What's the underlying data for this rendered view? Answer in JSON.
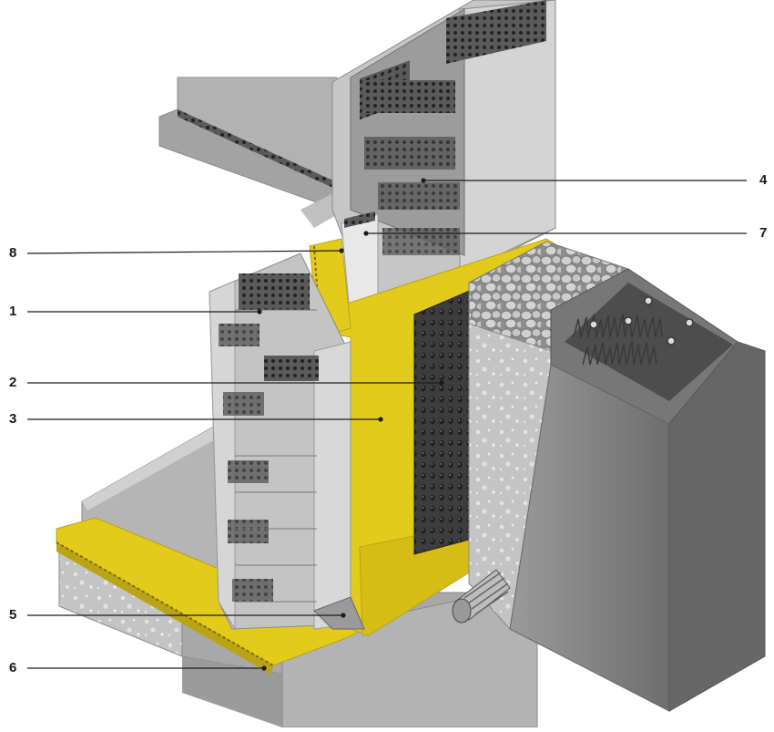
{
  "callouts": [
    {
      "id": "label-1",
      "text": "1"
    },
    {
      "id": "label-2",
      "text": "2"
    },
    {
      "id": "label-3",
      "text": "3"
    },
    {
      "id": "label-4",
      "text": "4"
    },
    {
      "id": "label-5",
      "text": "5"
    },
    {
      "id": "label-6",
      "text": "6"
    },
    {
      "id": "label-7",
      "text": "7"
    },
    {
      "id": "label-8",
      "text": "8"
    }
  ],
  "colors": {
    "waterproofing_membrane": "#e3cb1c",
    "membrane_shadow": "#b9a317",
    "block_light": "#c8c8c8",
    "block_mid": "#a9a9a9",
    "block_dark": "#6f6f6f",
    "drainage_board": "#3d3d3d",
    "gravel": "#bdbdbd",
    "soil": "#8a8a8a",
    "grass": "#5a5a5a",
    "leader_line": "#1a1a1a"
  },
  "icons": [
    "hollow-block-icon",
    "drain-pipe-icon",
    "grass-tuft-icon"
  ]
}
